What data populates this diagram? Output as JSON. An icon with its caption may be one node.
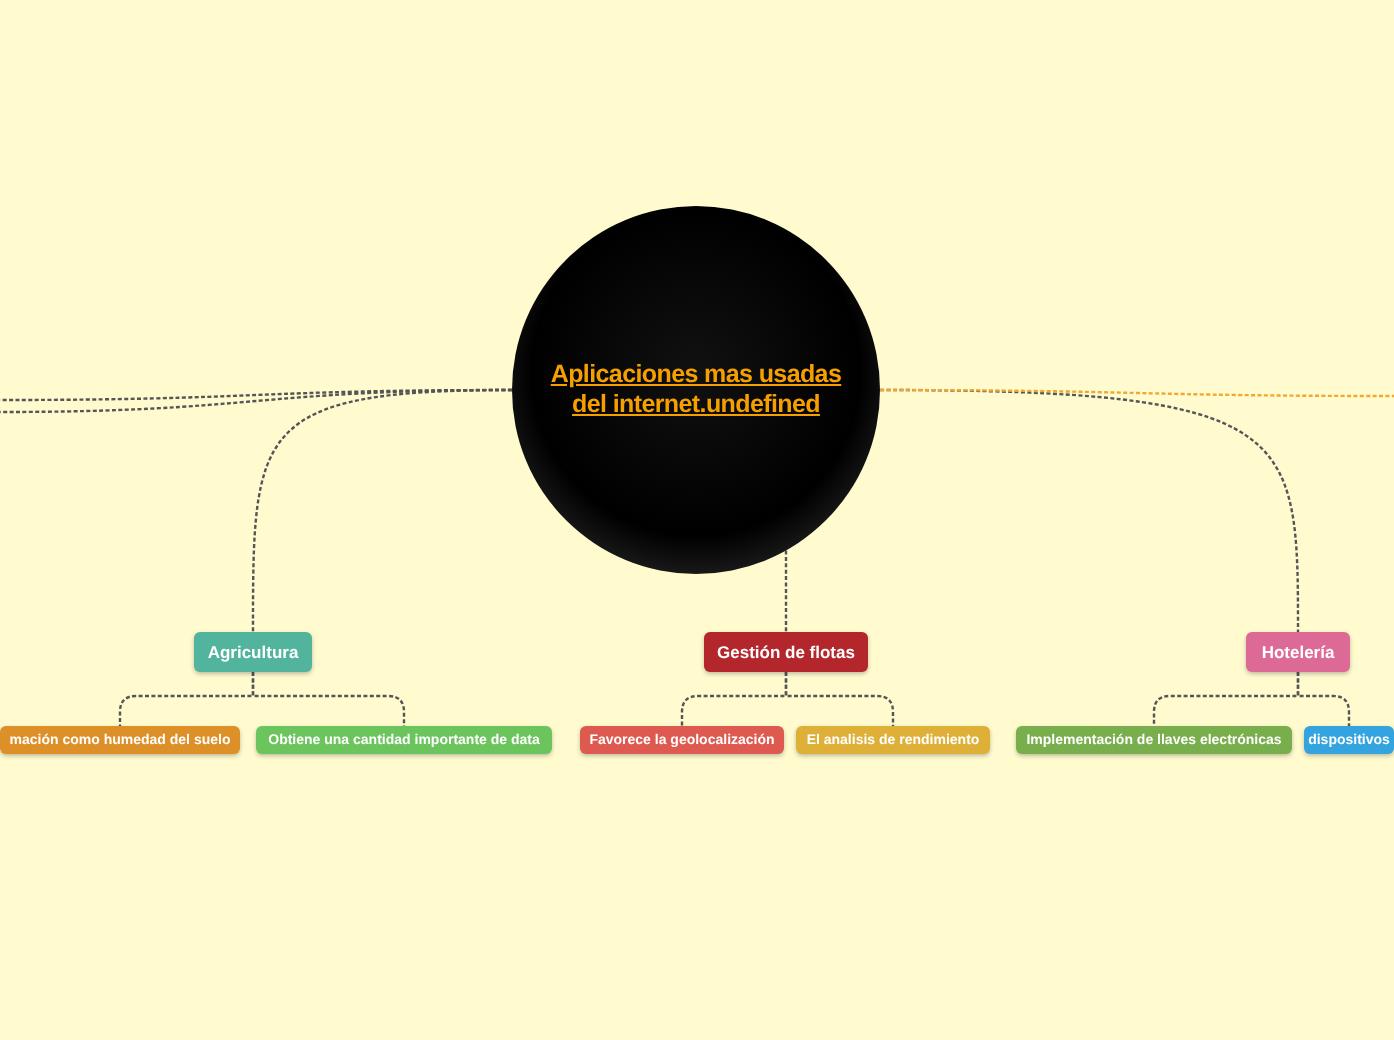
{
  "diagram": {
    "nodes": [
      {
        "text": [
          "Aplicaciones mas usadas del internet.undefined"
        ]
      },
      {
        "text": [
          "Agricultura"
        ]
      },
      {
        "text": [
          "Gestión de flotas"
        ]
      },
      {
        "text": [
          "Hotelería"
        ]
      },
      {
        "text": [
          "mación como humedad del suelo"
        ]
      },
      {
        "text": [
          "Obtiene una cantidad importante de data"
        ]
      },
      {
        "text": [
          "Favorece la geolocalización"
        ]
      },
      {
        "text": [
          "El analisis de rendimiento"
        ]
      },
      {
        "text": [
          "Implementación de llaves electrónicas"
        ]
      },
      {
        "text": [
          "dispositivos"
        ]
      }
    ],
    "edges": [
      {
        "from": 0,
        "to": 1,
        "arrow": "none",
        "style": "dashed"
      },
      {
        "from": 0,
        "to": 2,
        "arrow": "none",
        "style": "dashed"
      },
      {
        "from": 0,
        "to": 3,
        "arrow": "none",
        "style": "dashed"
      },
      {
        "from": 1,
        "to": 4,
        "arrow": "none",
        "style": "dashed"
      },
      {
        "from": 1,
        "to": 5,
        "arrow": "none",
        "style": "dashed"
      },
      {
        "from": 2,
        "to": 6,
        "arrow": "none",
        "style": "dashed"
      },
      {
        "from": 2,
        "to": 7,
        "arrow": "none",
        "style": "dashed"
      },
      {
        "from": 3,
        "to": 8,
        "arrow": "none",
        "style": "dashed"
      },
      {
        "from": 3,
        "to": 9,
        "arrow": "none",
        "style": "dashed"
      },
      {
        "from": 0,
        "to": null,
        "arrow": "none",
        "style": "dashed"
      },
      {
        "from": 0,
        "to": null,
        "arrow": "none",
        "style": "dashed"
      },
      {
        "from": 0,
        "to": null,
        "arrow": "none",
        "style": "dashed",
        "color": "#f0a830"
      }
    ]
  }
}
